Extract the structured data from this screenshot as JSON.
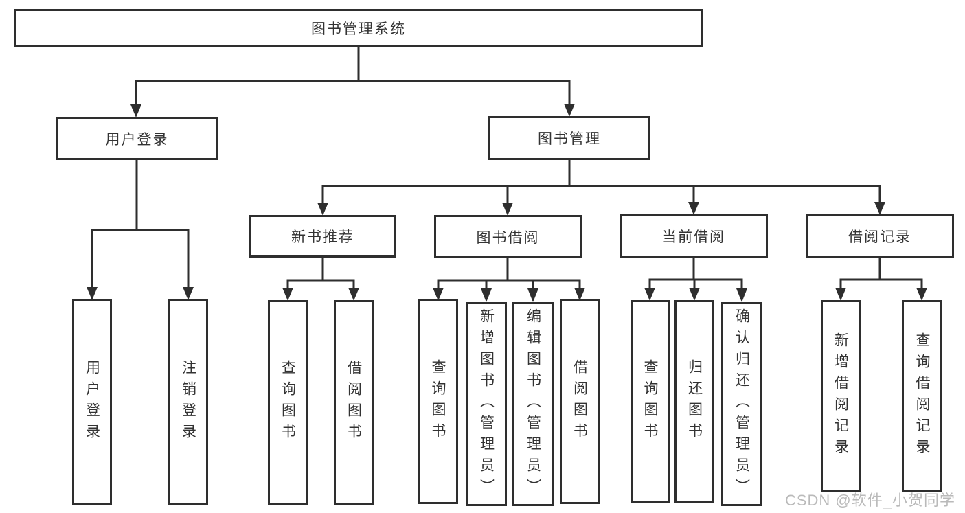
{
  "diagram": {
    "title": "图书管理系统",
    "root": {
      "label": "图书管理系统"
    },
    "branches": [
      {
        "label": "用户登录",
        "children": [
          {
            "label": "用户登录"
          },
          {
            "label": "注销登录"
          }
        ]
      },
      {
        "label": "图书管理",
        "children": [
          {
            "label": "新书推荐",
            "children": [
              {
                "label": "查询图书"
              },
              {
                "label": "借阅图书"
              }
            ]
          },
          {
            "label": "图书借阅",
            "children": [
              {
                "label": "查询图书"
              },
              {
                "label": "新增图书（管理员）"
              },
              {
                "label": "编辑图书（管理员）"
              },
              {
                "label": "借阅图书"
              }
            ]
          },
          {
            "label": "当前借阅",
            "children": [
              {
                "label": "查询图书"
              },
              {
                "label": "归还图书"
              },
              {
                "label": "确认归还（管理员）"
              }
            ]
          },
          {
            "label": "借阅记录",
            "children": [
              {
                "label": "新增借阅记录"
              },
              {
                "label": "查询借阅记录"
              }
            ]
          }
        ]
      }
    ]
  },
  "watermark": {
    "text": "CSDN @软件_小贺同学"
  },
  "colors": {
    "line": "#2e2e2e",
    "box_border": "#2e2e2e",
    "text": "#333333",
    "watermark": "#b3b3b3",
    "background": "#ffffff"
  }
}
